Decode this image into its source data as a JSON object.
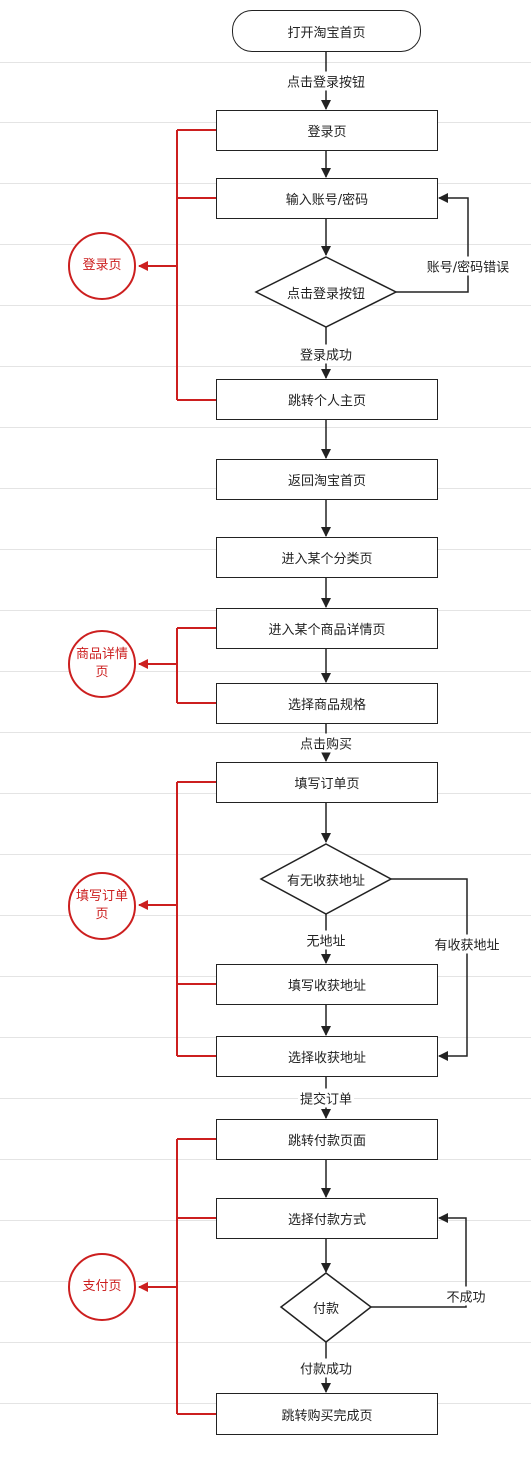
{
  "nodes": {
    "open_home": "打开淘宝首页",
    "login_page": "登录页",
    "input_credentials": "输入账号/密码",
    "click_login": "点击登录按钮",
    "goto_profile": "跳转个人主页",
    "back_home": "返回淘宝首页",
    "enter_category": "进入某个分类页",
    "enter_detail": "进入某个商品详情页",
    "choose_spec": "选择商品规格",
    "fill_order": "填写订单页",
    "has_address": "有无收获地址",
    "fill_address": "填写收获地址",
    "choose_address": "选择收获地址",
    "goto_payment": "跳转付款页面",
    "choose_pay_method": "选择付款方式",
    "pay": "付款",
    "goto_done": "跳转购买完成页"
  },
  "edges": {
    "click_login_btn": "点击登录按钮",
    "wrong_credentials": "账号/密码错误",
    "login_success": "登录成功",
    "click_buy": "点击购买",
    "no_address": "无地址",
    "has_address": "有收获地址",
    "submit_order": "提交订单",
    "fail": "不成功",
    "pay_success": "付款成功"
  },
  "groups": {
    "login": "登录页",
    "detail": "商品详情页",
    "order": "填写订单页",
    "payment": "支付页"
  }
}
